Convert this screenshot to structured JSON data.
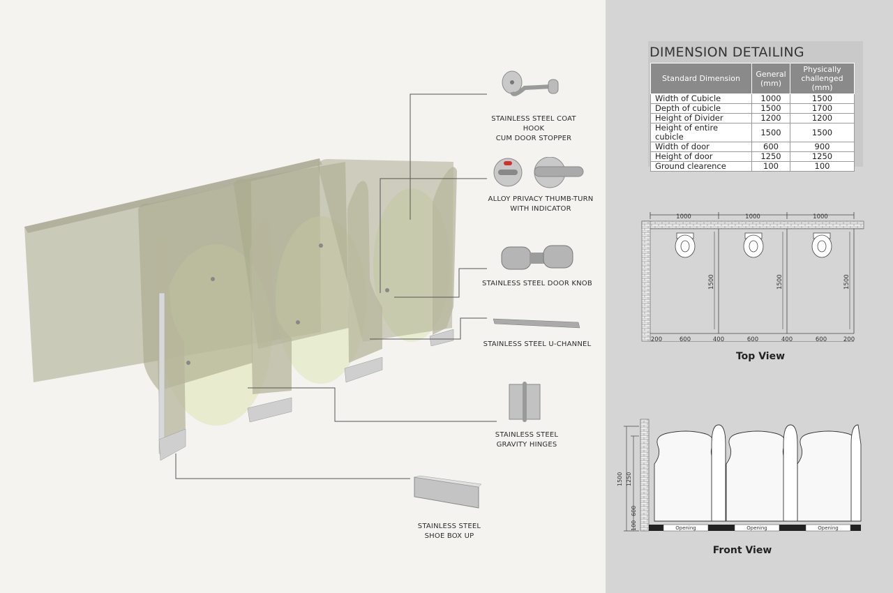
{
  "labels": {
    "coat_hook": [
      "STAINLESS STEEL COAT HOOK",
      "CUM DOOR STOPPER"
    ],
    "thumb_turn": [
      "ALLOY PRIVACY THUMB-TURN",
      "WITH INDICATOR"
    ],
    "door_knob": [
      "STAINLESS STEEL DOOR KNOB"
    ],
    "u_channel": [
      "STAINLESS STEEL U-CHANNEL"
    ],
    "gravity_hinges": [
      "STAINLESS STEEL",
      "GRAVITY HINGES"
    ],
    "shoe_box": [
      "STAINLESS STEEL",
      "SHOE BOX UP"
    ]
  },
  "dimension": {
    "title": "DIMENSION DETAILING",
    "headers": [
      "Standard Dimension",
      "General (mm)",
      "Physically challenged (mm)"
    ],
    "rows": [
      {
        "label": "Width of Cubicle",
        "general": "1000",
        "pc": "1500"
      },
      {
        "label": "Depth of cubicle",
        "general": "1500",
        "pc": "1700"
      },
      {
        "label": "Height of Divider",
        "general": "1200",
        "pc": "1200"
      },
      {
        "label": "Height of entire cubicle",
        "general": "1500",
        "pc": "1500"
      },
      {
        "label": "Width of door",
        "general": "600",
        "pc": "900"
      },
      {
        "label": "Height of door",
        "general": "1250",
        "pc": "1250"
      },
      {
        "label": "Ground clearence",
        "general": "100",
        "pc": "100"
      }
    ]
  },
  "top_view": {
    "caption": "Top View",
    "widths": [
      "1000",
      "1000",
      "1000"
    ],
    "depths": [
      "1500",
      "1500",
      "1500"
    ],
    "bottom_dims": [
      "200",
      "600",
      "400",
      "600",
      "400",
      "600",
      "200"
    ]
  },
  "front_view": {
    "caption": "Front View",
    "heights": [
      "1500",
      "1250",
      "600",
      "100"
    ],
    "openings": [
      "Opening",
      "Opening",
      "Opening"
    ]
  },
  "colors": {
    "background": "#f4f3ef",
    "panel": "#d5d5d5",
    "glass": "#b9b99f",
    "table_header": "#8a8a8a"
  }
}
